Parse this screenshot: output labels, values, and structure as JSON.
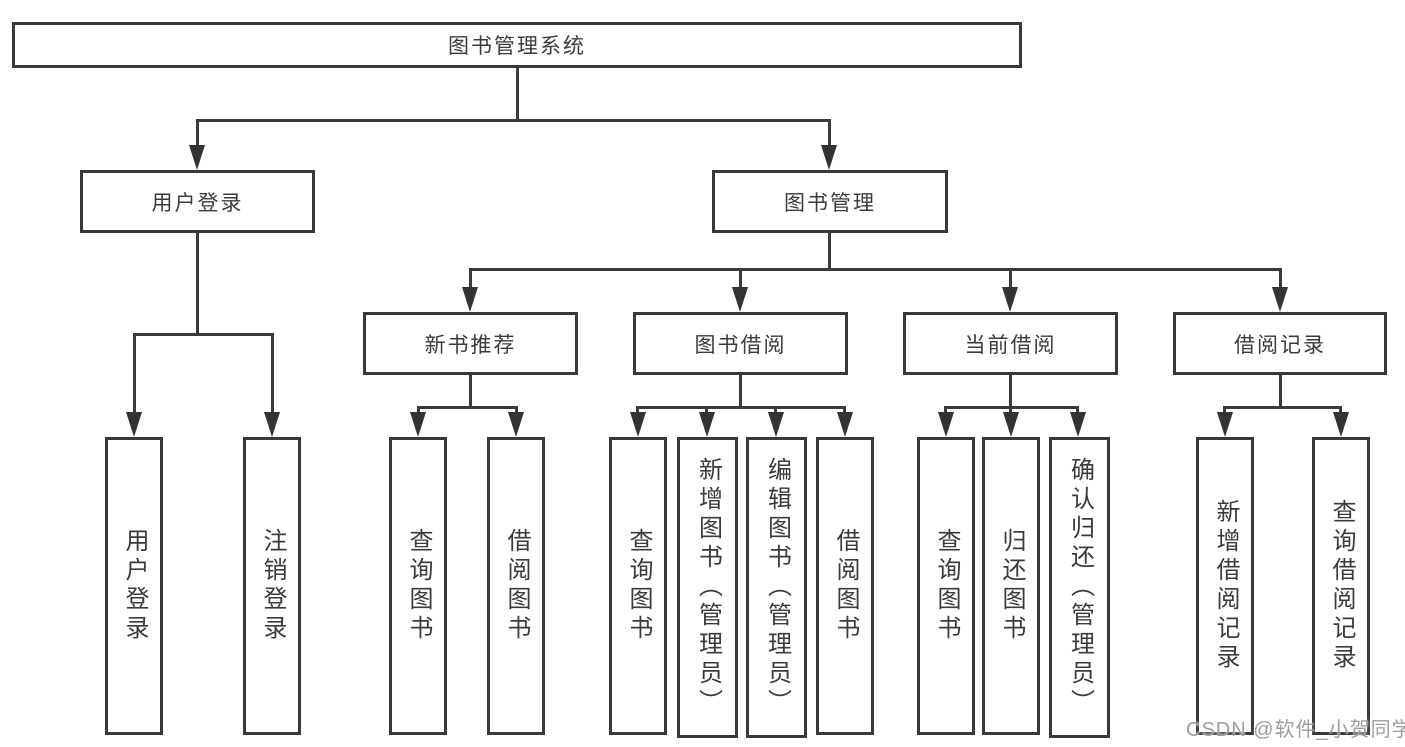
{
  "watermark": "CSDN @软件_小贺同学",
  "tree": {
    "root": "图书管理系统",
    "user_login": {
      "label": "用户登录",
      "children": [
        "用户登录",
        "注销登录"
      ]
    },
    "book_mgmt": {
      "label": "图书管理",
      "groups": {
        "new_books": {
          "label": "新书推荐",
          "children": [
            "查询图书",
            "借阅图书"
          ]
        },
        "book_borrow": {
          "label": "图书借阅",
          "children": [
            "查询图书",
            "新增图书（管理员）",
            "编辑图书（管理员）",
            "借阅图书"
          ]
        },
        "current_borrow": {
          "label": "当前借阅",
          "children": [
            "查询图书",
            "归还图书",
            "确认归还（管理员）"
          ]
        },
        "borrow_records": {
          "label": "借阅记录",
          "children": [
            "新增借阅记录",
            "查询借阅记录"
          ]
        }
      }
    }
  }
}
